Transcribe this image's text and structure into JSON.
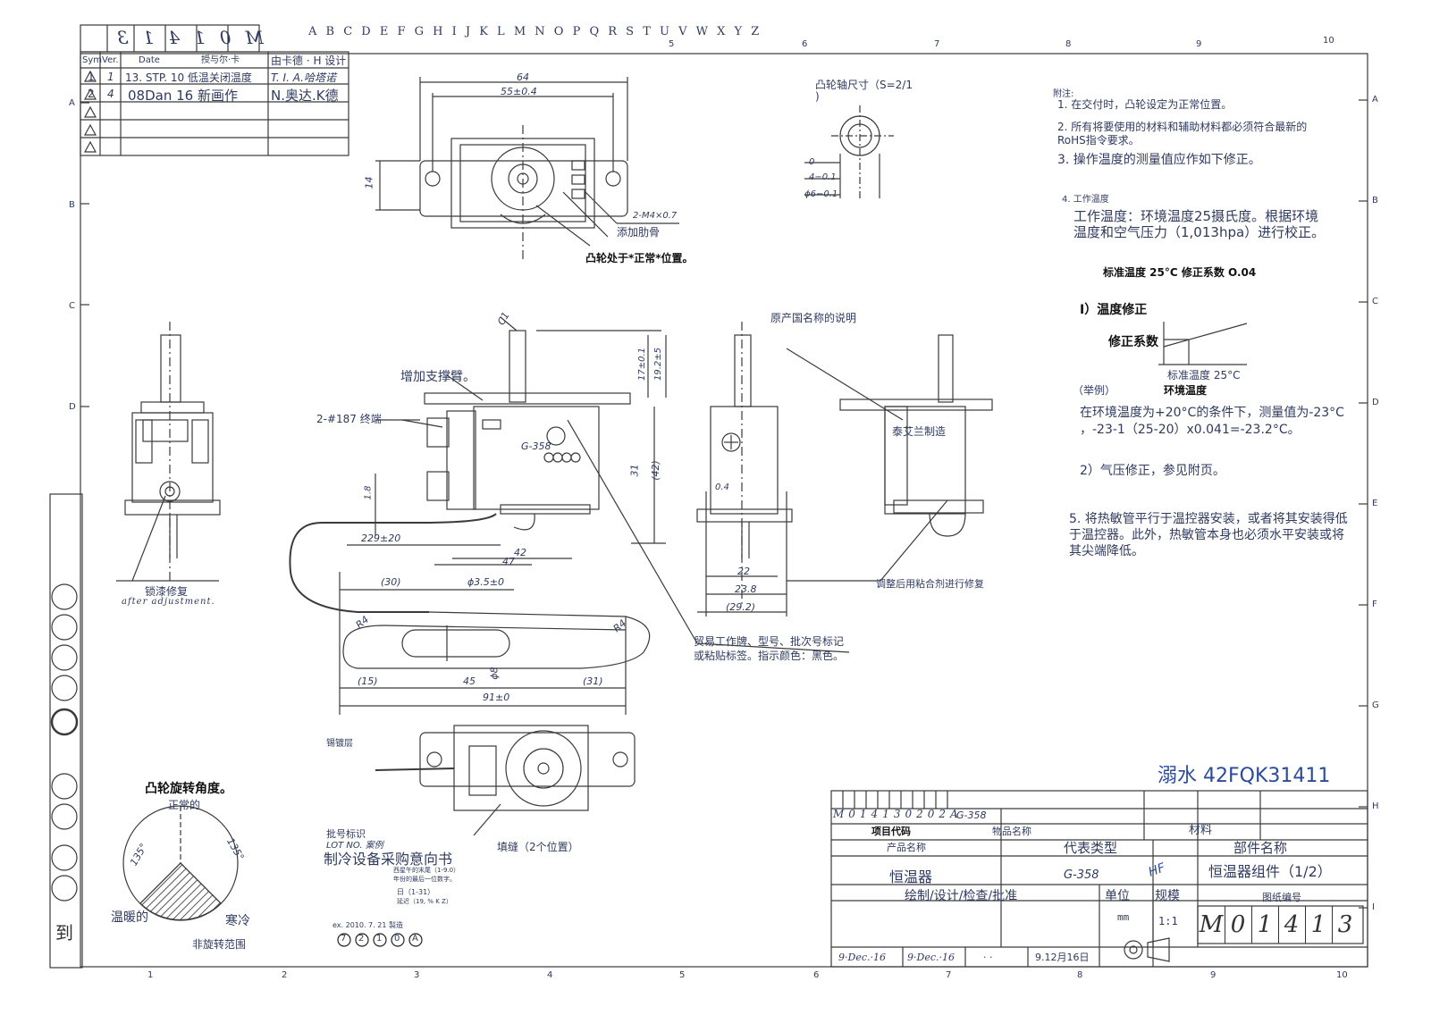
{
  "colors": {
    "line": "#3a3a3a",
    "text": "#2f3a5e",
    "ink": "#111111",
    "blue": "#2c4a9a",
    "hatch": "#555555"
  },
  "border": {
    "col_letters": "A B C D E F G H I J K L M N O P Q R S T U V W X Y Z",
    "top_numbers": [
      "5",
      "6",
      "7",
      "8",
      "9",
      "10"
    ],
    "bottom_numbers": [
      "1",
      "2",
      "3",
      "4",
      "5",
      "6",
      "7",
      "8",
      "9",
      "10"
    ],
    "row_letters": [
      "A",
      "B",
      "C",
      "D",
      "E",
      "F",
      "G",
      "H",
      "I"
    ]
  },
  "revision_block": {
    "header_number": "M01413",
    "col_headers": {
      "sym": "Sym",
      "ver": "Ver.",
      "date": "Date",
      "desc": "授与尔·卡",
      "by": "由卡德 · H 设计"
    },
    "rows": [
      {
        "sym": "1",
        "ver": "1",
        "desc": "13. STP. 10 低温关闭温度",
        "by": "T. I.  A.哈塔诺"
      },
      {
        "sym": "2",
        "ver": "4",
        "desc": "08Dan 16 新画作",
        "by": "N.奥达.K德"
      }
    ]
  },
  "top_view": {
    "dim_64": "64",
    "dim_55": "55±0.4",
    "dim_14": "14",
    "dim_m4": "2-M4×0.7",
    "label_rib": "添加肋骨",
    "label_cam_normal": "凸轮处于*正常*位置。"
  },
  "shaft_detail": {
    "title": "凸轮轴尺寸（S=2/1",
    "title2": ")",
    "dim_4": "4−0.1",
    "dim_6": "ϕ6−0.1",
    "dim_0": "0"
  },
  "notes": {
    "heading": "附注:",
    "n1": "1. 在交付时，凸轮设定为正常位置。",
    "n2a": "2. 所有将要使用的材料和辅助材料都必须符合最新的",
    "n2b": "RoHS指令要求。",
    "n3": "3. 操作温度的测量值应作如下修正。",
    "n4": "4. 工作温度",
    "n4a": "工作温度：环境温度25摄氏度。根据环境",
    "n4b": "温度和空气压力（1,013hpa）进行校正。",
    "std": "标准温度 25°C 修正系数 O.04",
    "temp_corr": "I）温度修正",
    "corr_coef": "修正系数",
    "std_temp_label": "标准温度 25°C",
    "ambient": "环境温度",
    "example": "（举例）",
    "ex1": "在环境温度为+20°C的条件下，测量值为-23°C",
    "ex2": "，-23-1（25-20）x0.041=-23.2°C。",
    "pressure": "2）气压修正，参见附页。",
    "n5a": "5. 将热敏管平行于温控器安装，或者将其安装得低",
    "n5b": "于温控器。此外，热敏管本身也必须水平安装或将",
    "n5c": "其尖端降低。"
  },
  "side_views": {
    "lock_paint": "锁漆修复",
    "after_adj": "after adjustment.",
    "support": "增加支撑臂。",
    "terminal": "2-#187 终端",
    "g358": "G-358",
    "dim_1_8": "1.8",
    "dim_229": "229±20",
    "dim_42": "42",
    "dim_47": "47",
    "dim_31": "31",
    "dim_42p": "(42)",
    "dim_17": "17±0.1",
    "dim_19": "19.2±5",
    "dim_30": "(30)",
    "dim_35": "ϕ3.5±0",
    "dim_15": "(15)",
    "dim_45": "45",
    "dim_31p": "(31)",
    "dim_91": "91±0",
    "dim_8": "ϕ8",
    "r4a": "R4",
    "r4b": "R4",
    "origin": "原产国名称的说明",
    "made_thai": "泰艾兰制造",
    "dim_0_4": "0.4",
    "dim_22": "22",
    "dim_23_8": "23.8",
    "dim_29_2": "(29.2)",
    "adhesive": "调整后用粘合剂进行修复",
    "trademark1": "贸易工作牌、型号、批次号标记",
    "trademark2": "或粘贴标签。指示颜色：黑色。",
    "tin": "锡镀层",
    "fill": "填缝（2个位置）",
    "c1": "C1"
  },
  "cam_angle": {
    "title": "凸轮旋转角度。",
    "normal": "正常的",
    "warm": "温暖的",
    "cold": "寒冷",
    "non_rot": "非旋转范围",
    "a135l": "135°",
    "a135r": "135°"
  },
  "batch": {
    "label": "批号标识",
    "lot": "LOT NO. 案例",
    "intent": "制冷设备采购意向书",
    "l1": "西星午的末尾（1-9.0）",
    "l2": "年份的最后一位数字。",
    "l3": "日（1-31）",
    "l4": "延迟（19, % K Z）",
    "example": "ex. 2010. 7. 21  製造",
    "codes": [
      "7",
      "2",
      "1",
      "0",
      "A"
    ]
  },
  "stamp": {
    "text": "溺水 42FQK31411"
  },
  "title_block": {
    "code": "M014130202A",
    "code_suffix": "G-358",
    "project_code": "项目代码",
    "item_name": "物品名称",
    "material": "材料",
    "product_name": "产品名称",
    "rep_type": "代表类型",
    "part_name": "部件名称",
    "thermostat": "恒温器",
    "type_val": "G-358",
    "hf": "HF",
    "assembly": "恒温器组件（1/2）",
    "draw_label": "绘制/设计/检查/批准",
    "unit": "单位",
    "scale": "规模",
    "drawing_no": "图纸编号",
    "unit_val": "mm",
    "scale_val": "1:1",
    "date1": "9·Dec.·16",
    "date2": "9·Dec.·16",
    "dots": "·  ·",
    "date3": "9.12月16日",
    "drawing_number": [
      "M",
      "0",
      "1",
      "4",
      "1",
      "3"
    ]
  },
  "left_margin": {
    "label": "到"
  }
}
